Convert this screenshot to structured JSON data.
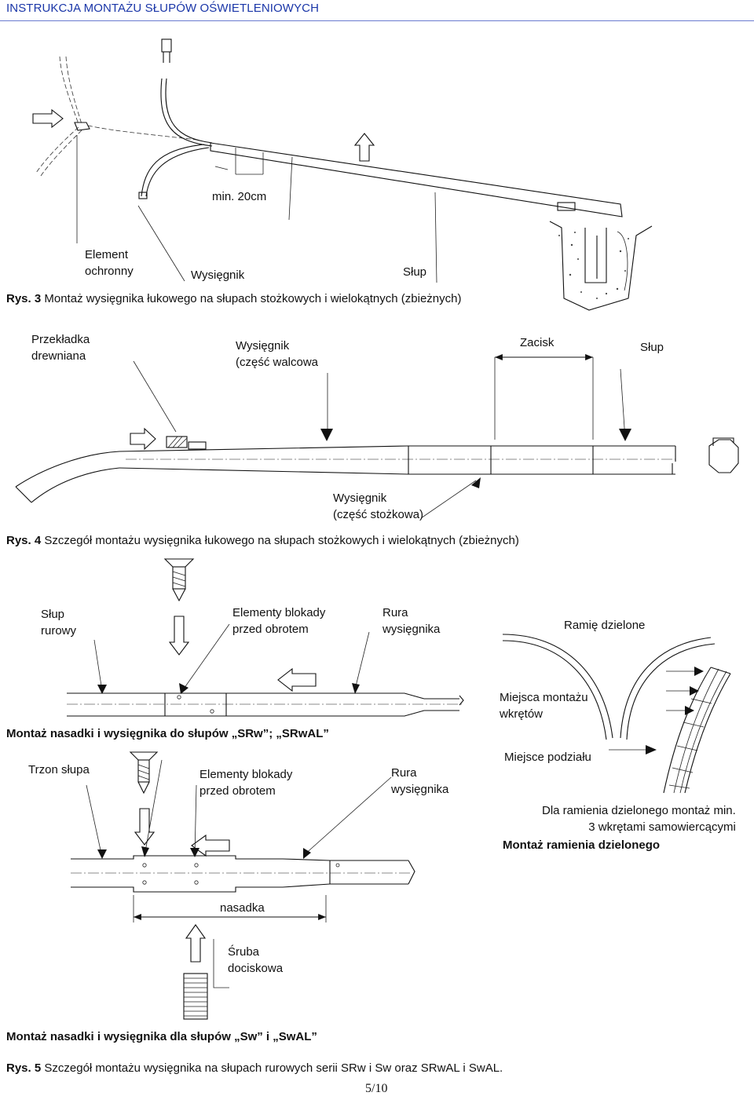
{
  "header": {
    "title": "INSTRUKCJA MONTAŻU SŁUPÓW OŚWIETLENIOWYCH"
  },
  "fig3": {
    "min_label": "min. 20cm",
    "element_line1": "Element",
    "element_line2": "ochronny",
    "wysiegnik": "Wysięgnik",
    "slup": "Słup",
    "caption_prefix": "Rys. 3",
    "caption_text": "Montaż wysięgnika łukowego na słupach stożkowych i wielokątnych (zbieżnych)"
  },
  "fig4": {
    "przekladka_line1": "Przekładka",
    "przekladka_line2": "drewniana",
    "walcowa_line1": "Wysięgnik",
    "walcowa_line2": "(część walcowa",
    "zacisk": "Zacisk",
    "slup": "Słup",
    "stozkowa_line1": "Wysięgnik",
    "stozkowa_line2": "(część stożkowa)",
    "caption_prefix": "Rys. 4",
    "caption_text": "Szczegół montażu wysięgnika łukowego na słupach stożkowych i wielokątnych (zbieżnych)"
  },
  "fig5": {
    "slup_rurowy_line1": "Słup",
    "slup_rurowy_line2": "rurowy",
    "blokady_line1": "Elementy blokady",
    "blokady_line2": "przed obrotem",
    "rura_line1": "Rura",
    "rura_line2": "wysięgnika",
    "ramie": "Ramię dzielone",
    "miejsca_line1": "Miejsca montażu",
    "miejsca_line2": "wkrętów",
    "srw_title": "Montaż nasadki i wysięgnika do słupów „SRw”; „SRwAL”",
    "trzon": "Trzon słupa",
    "blokady2_line1": "Elementy blokady",
    "blokady2_line2": "przed obrotem",
    "rura2_line1": "Rura",
    "rura2_line2": "wysięgnika",
    "podzial": "Miejsce podziału",
    "dla_line1": "Dla ramienia dzielonego montaż min.",
    "dla_line2": "3 wkrętami samowiercącymi",
    "montaz_ramienia": "Montaż ramienia dzielonego",
    "nasadka": "nasadka",
    "sruba_line1": "Śruba",
    "sruba_line2": "dociskowa",
    "sw_title": "Montaż nasadki i wysięgnika dla słupów „Sw” i „SwAL”",
    "caption_prefix": "Rys. 5",
    "caption_text": "Szczegół montażu wysięgnika na słupach rurowych serii SRw i Sw oraz SRwAL i SwAL."
  },
  "footer": {
    "page": "5/10"
  }
}
